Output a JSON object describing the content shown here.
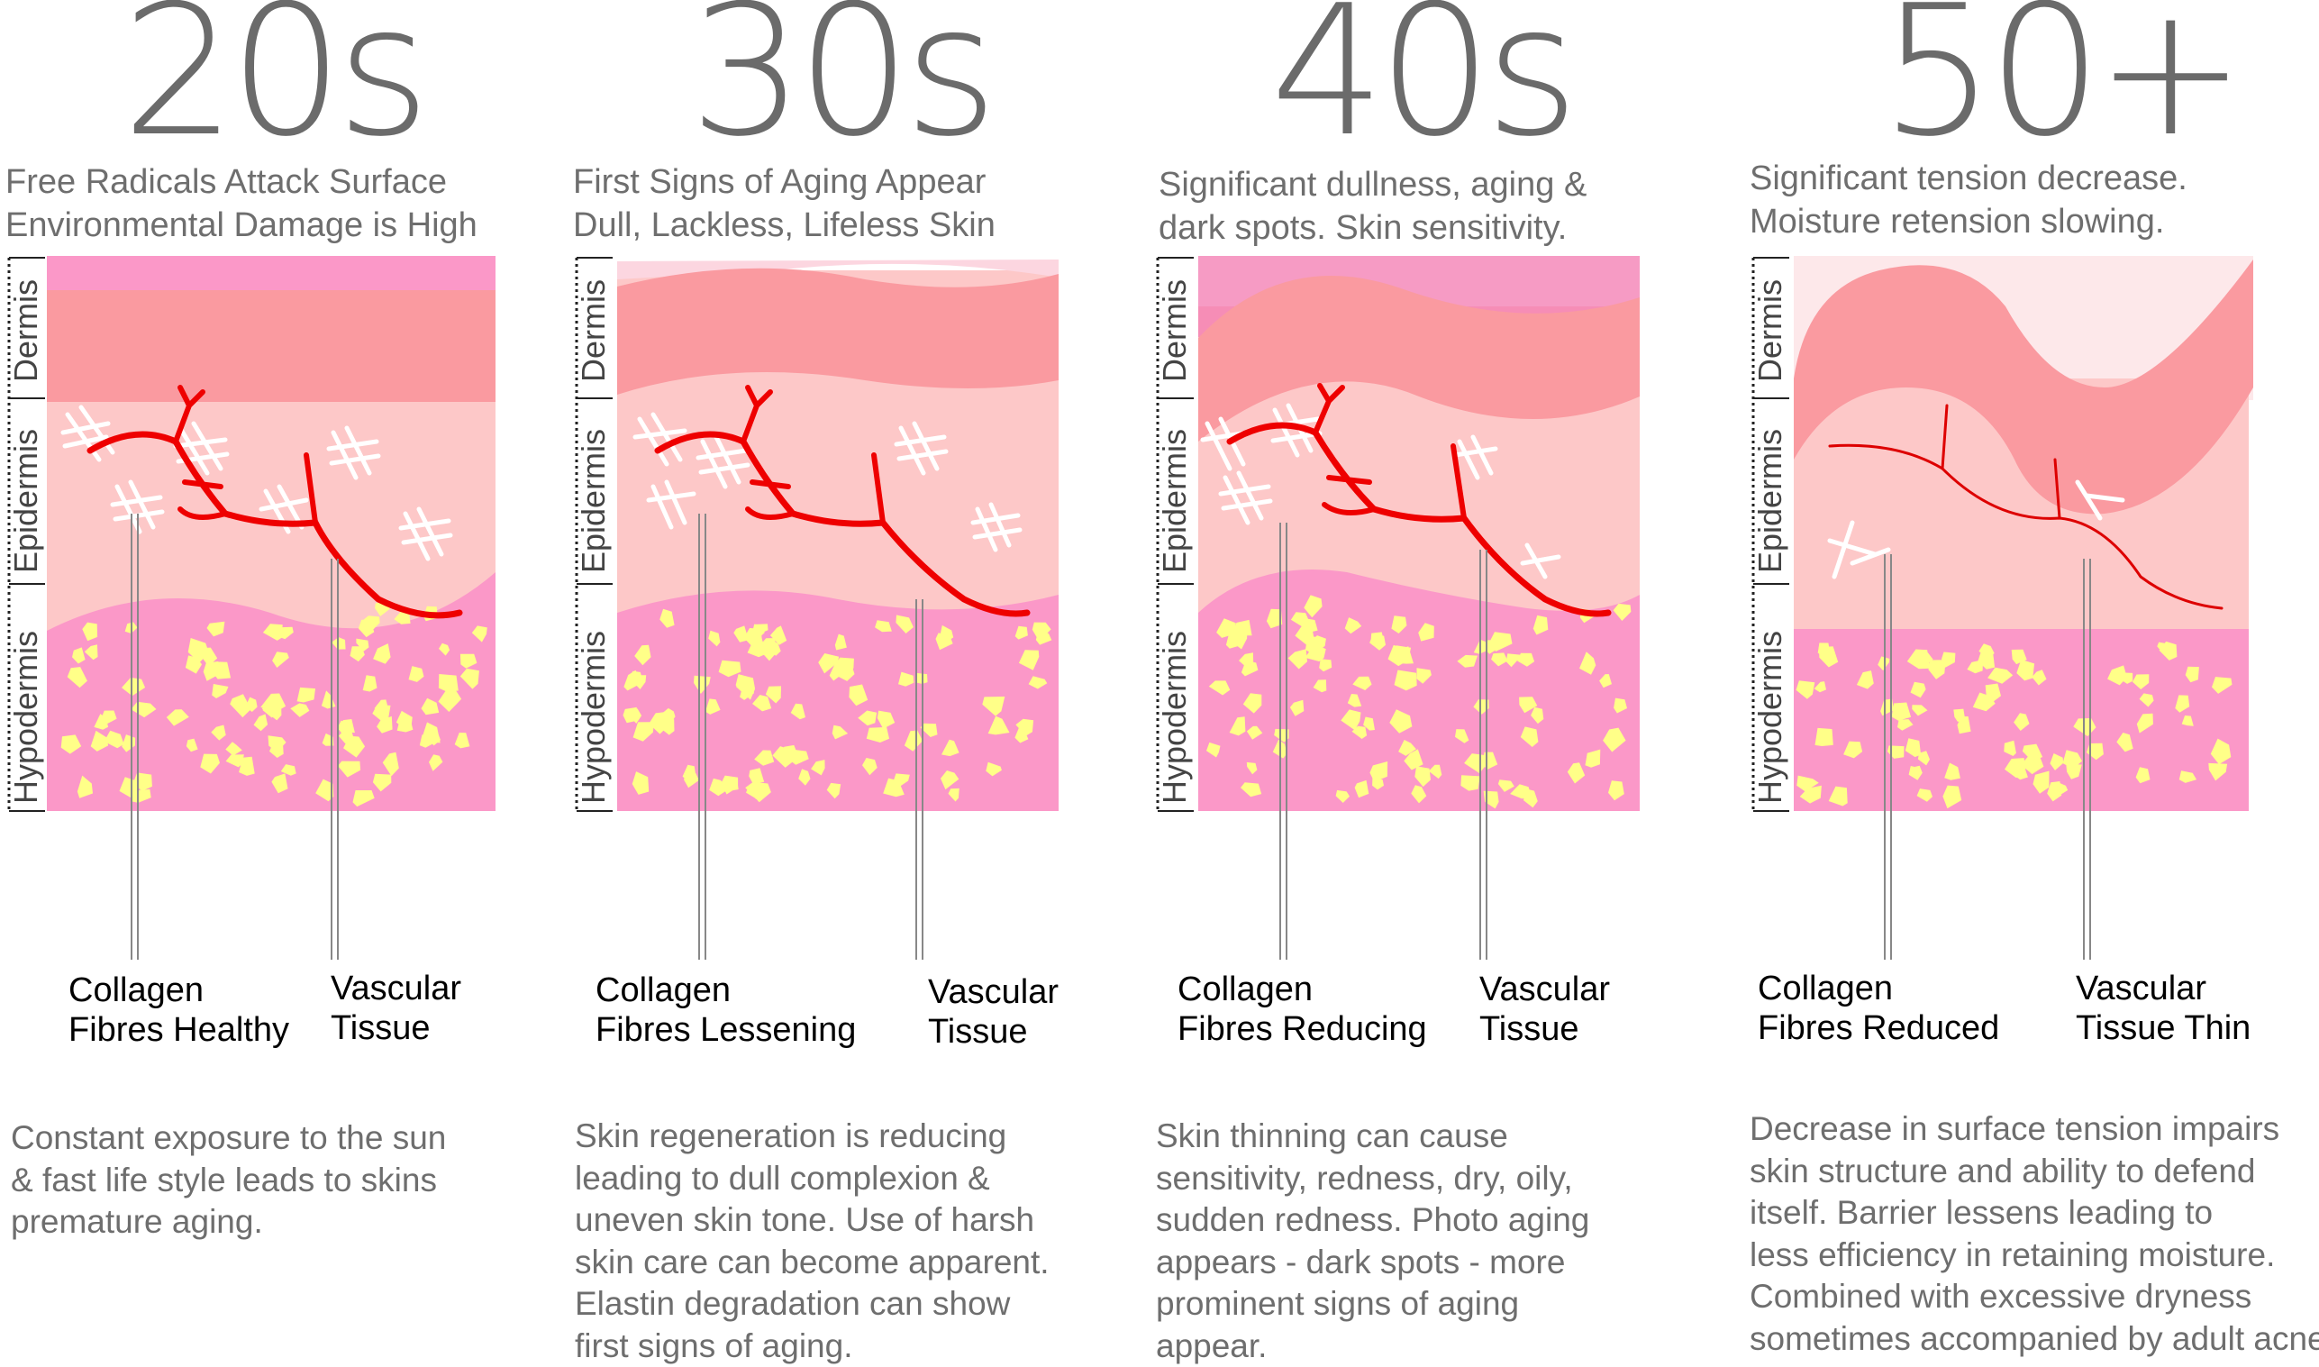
{
  "layers": {
    "dermis": "Dermis",
    "epidermis": "Epidermis",
    "hypodermis": "Hypodermis"
  },
  "colors": {
    "dermis_pink": "#fa9aa0",
    "epidermis_pink": "#fdc8c8",
    "hypodermis_pink": "#fb98c8",
    "fat_yellow": "#ffff88",
    "vessel_red": "#ee0000",
    "text_gray": "#6e6e6e"
  },
  "panels": [
    {
      "age": "20s",
      "intro": [
        "Free Radicals Attack Surface",
        "Environmental Damage is High"
      ],
      "collagen_label": [
        "Collagen",
        "Fibres Healthy"
      ],
      "vascular_label": [
        "Vascular",
        "Tissue"
      ],
      "description": [
        "Constant exposure to the sun",
        "& fast life style leads to skins",
        "premature aging."
      ]
    },
    {
      "age": "30s",
      "intro": [
        "First Signs of Aging Appear",
        "Dull, Lackless, Lifeless Skin"
      ],
      "collagen_label": [
        "Collagen",
        "Fibres Lessening"
      ],
      "vascular_label": [
        "Vascular",
        "Tissue"
      ],
      "description": [
        "Skin regeneration is reducing",
        "leading to dull complexion &",
        "uneven skin tone. Use of harsh",
        "skin care can become apparent.",
        "Elastin degradation can show",
        "first signs of aging."
      ]
    },
    {
      "age": "40s",
      "intro": [
        "Significant dullness, aging &",
        "dark spots. Skin sensitivity."
      ],
      "collagen_label": [
        "Collagen",
        "Fibres Reducing"
      ],
      "vascular_label": [
        "Vascular",
        "Tissue"
      ],
      "description": [
        "Skin thinning can cause",
        "sensitivity, redness, dry, oily,",
        "sudden redness. Photo aging",
        "appears - dark spots -  more",
        "prominent signs of aging",
        "appear."
      ]
    },
    {
      "age": "50+",
      "intro": [
        "Significant tension decrease.",
        "Moisture retension slowing."
      ],
      "collagen_label": [
        "Collagen",
        "Fibres Reduced"
      ],
      "vascular_label": [
        "Vascular",
        "Tissue Thin"
      ],
      "description": [
        "Decrease in surface tension impairs",
        "skin structure and ability to defend",
        "itself. Barrier lessens leading to",
        " less efficiency in retaining moisture.",
        "Combined with excessive dryness",
        "sometimes accompanied by adult acne."
      ]
    }
  ]
}
